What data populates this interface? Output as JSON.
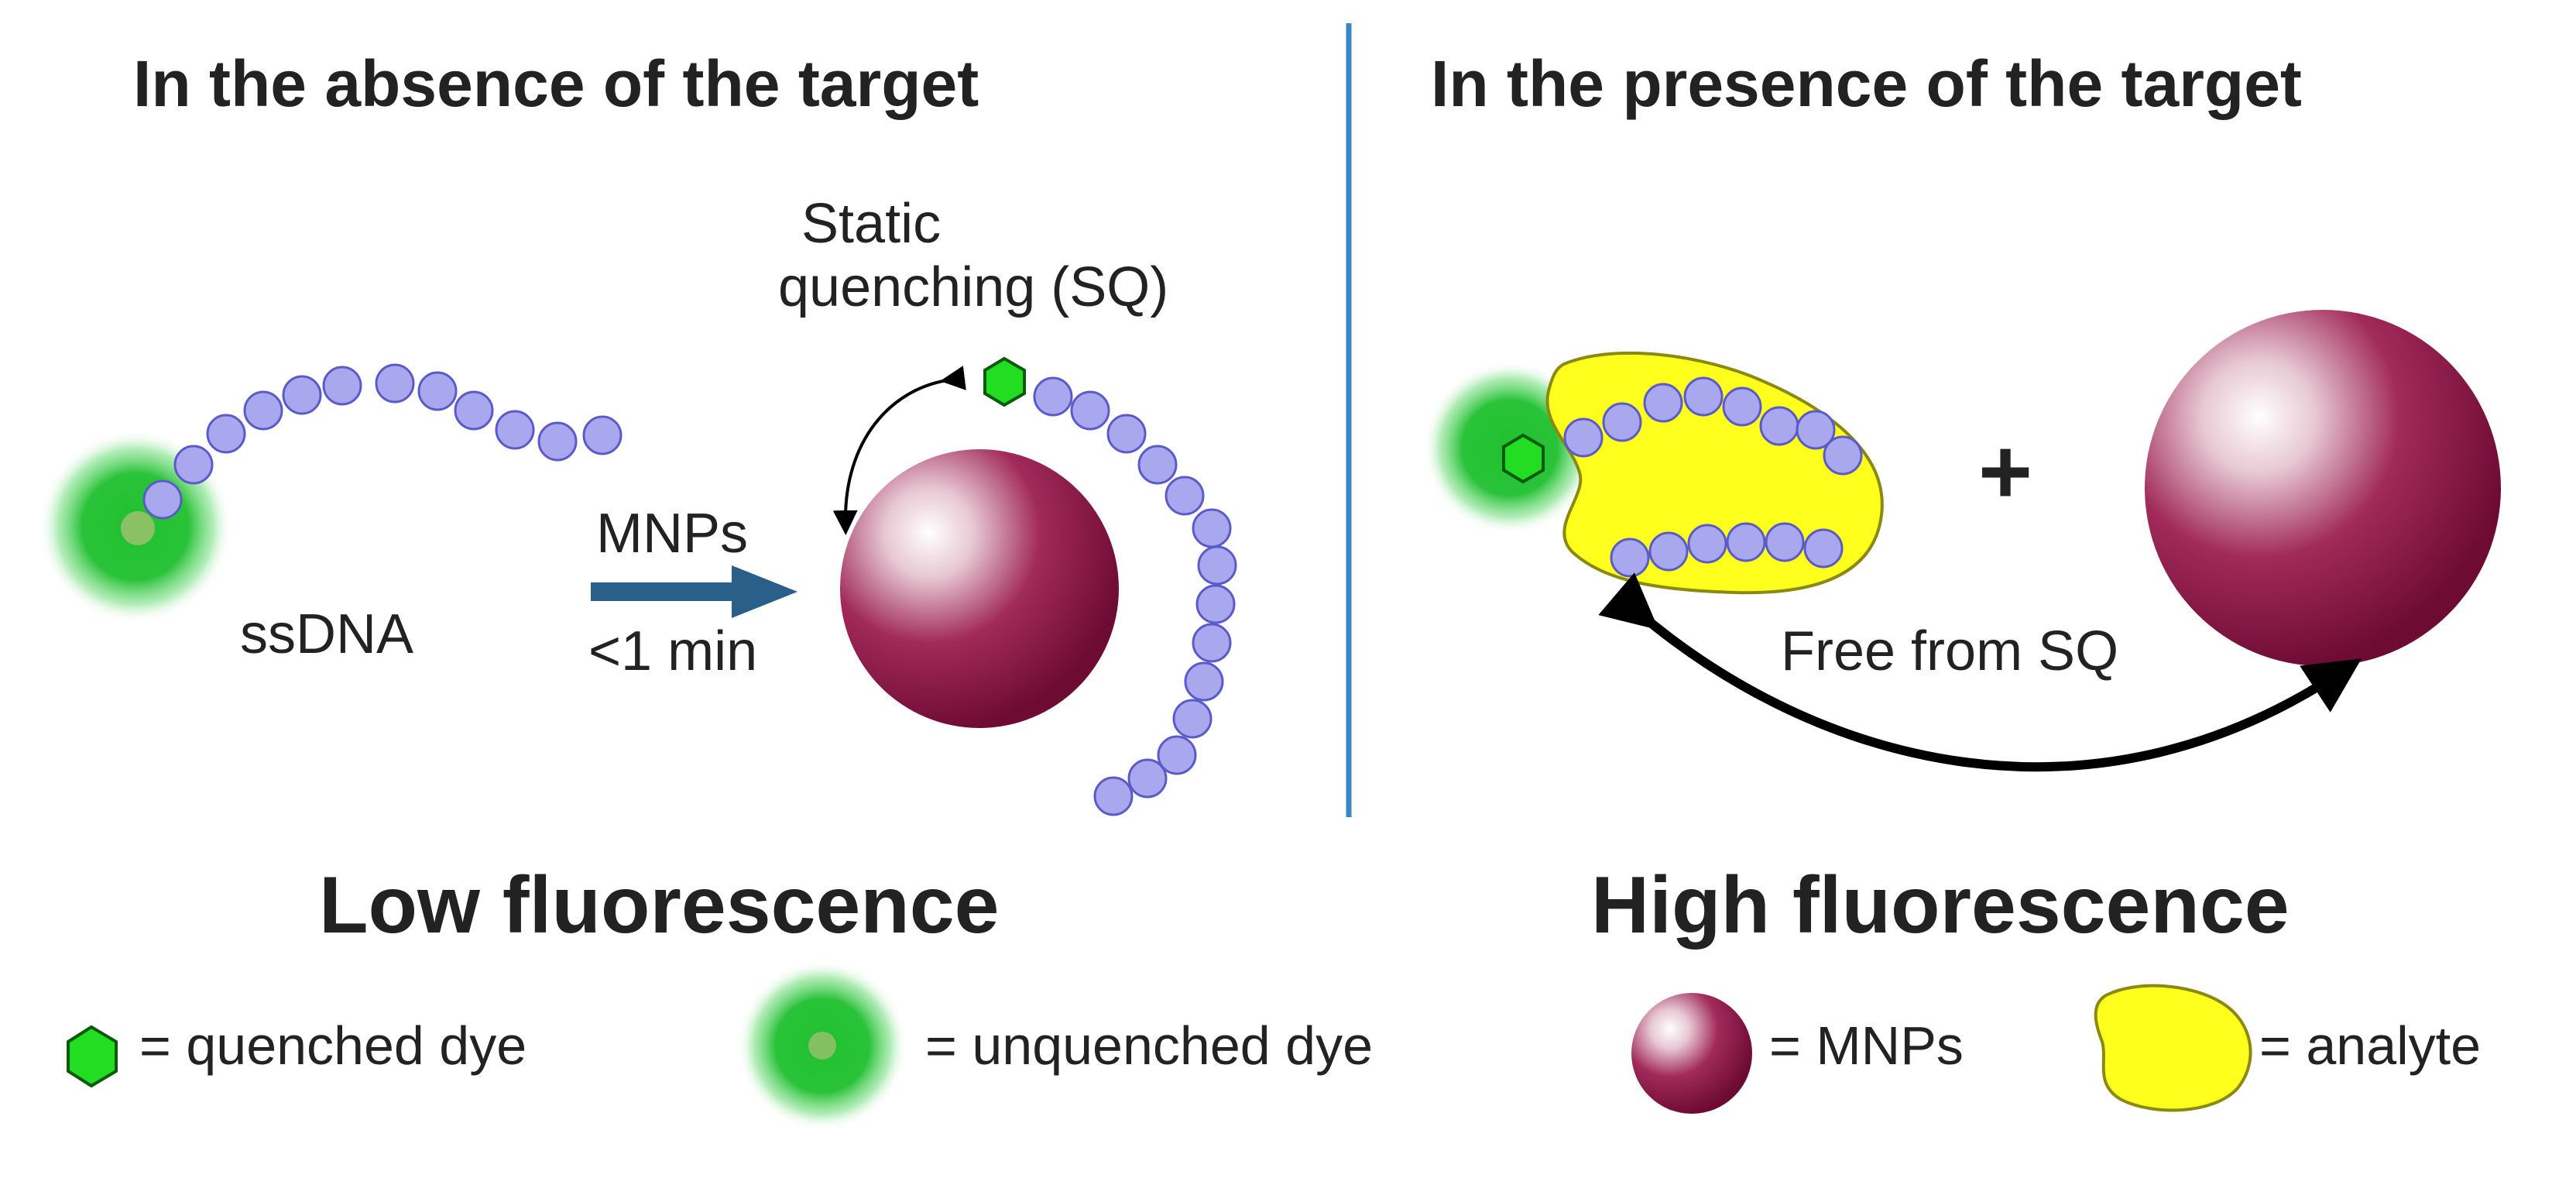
{
  "left_panel": {
    "title": "In the absence of the target",
    "sq_label_line1": "Static",
    "sq_label_line2": "quenching (SQ)",
    "arrow_top": "MNPs",
    "arrow_bottom": "<1 min",
    "ssdna_label": "ssDNA",
    "result": "Low fluorescence"
  },
  "right_panel": {
    "title": "In the presence of the target",
    "plus": "+",
    "free_label": "Free from SQ",
    "result": "High fluorescence"
  },
  "legend": {
    "quenched": "= quenched dye",
    "unquenched": "= unquenched dye",
    "mnps": "= MNPs",
    "analyte": "= analyte"
  },
  "colors": {
    "divider": "#3a86c4",
    "bead": "#a9a8ee",
    "bead_stroke": "#5a5bc8",
    "dye": "#22dd22",
    "glow": "#1fbf2f",
    "mnp_dark": "#7a0f38",
    "analyte": "#ffff1e",
    "arrow_blue": "#2a5f8a"
  }
}
